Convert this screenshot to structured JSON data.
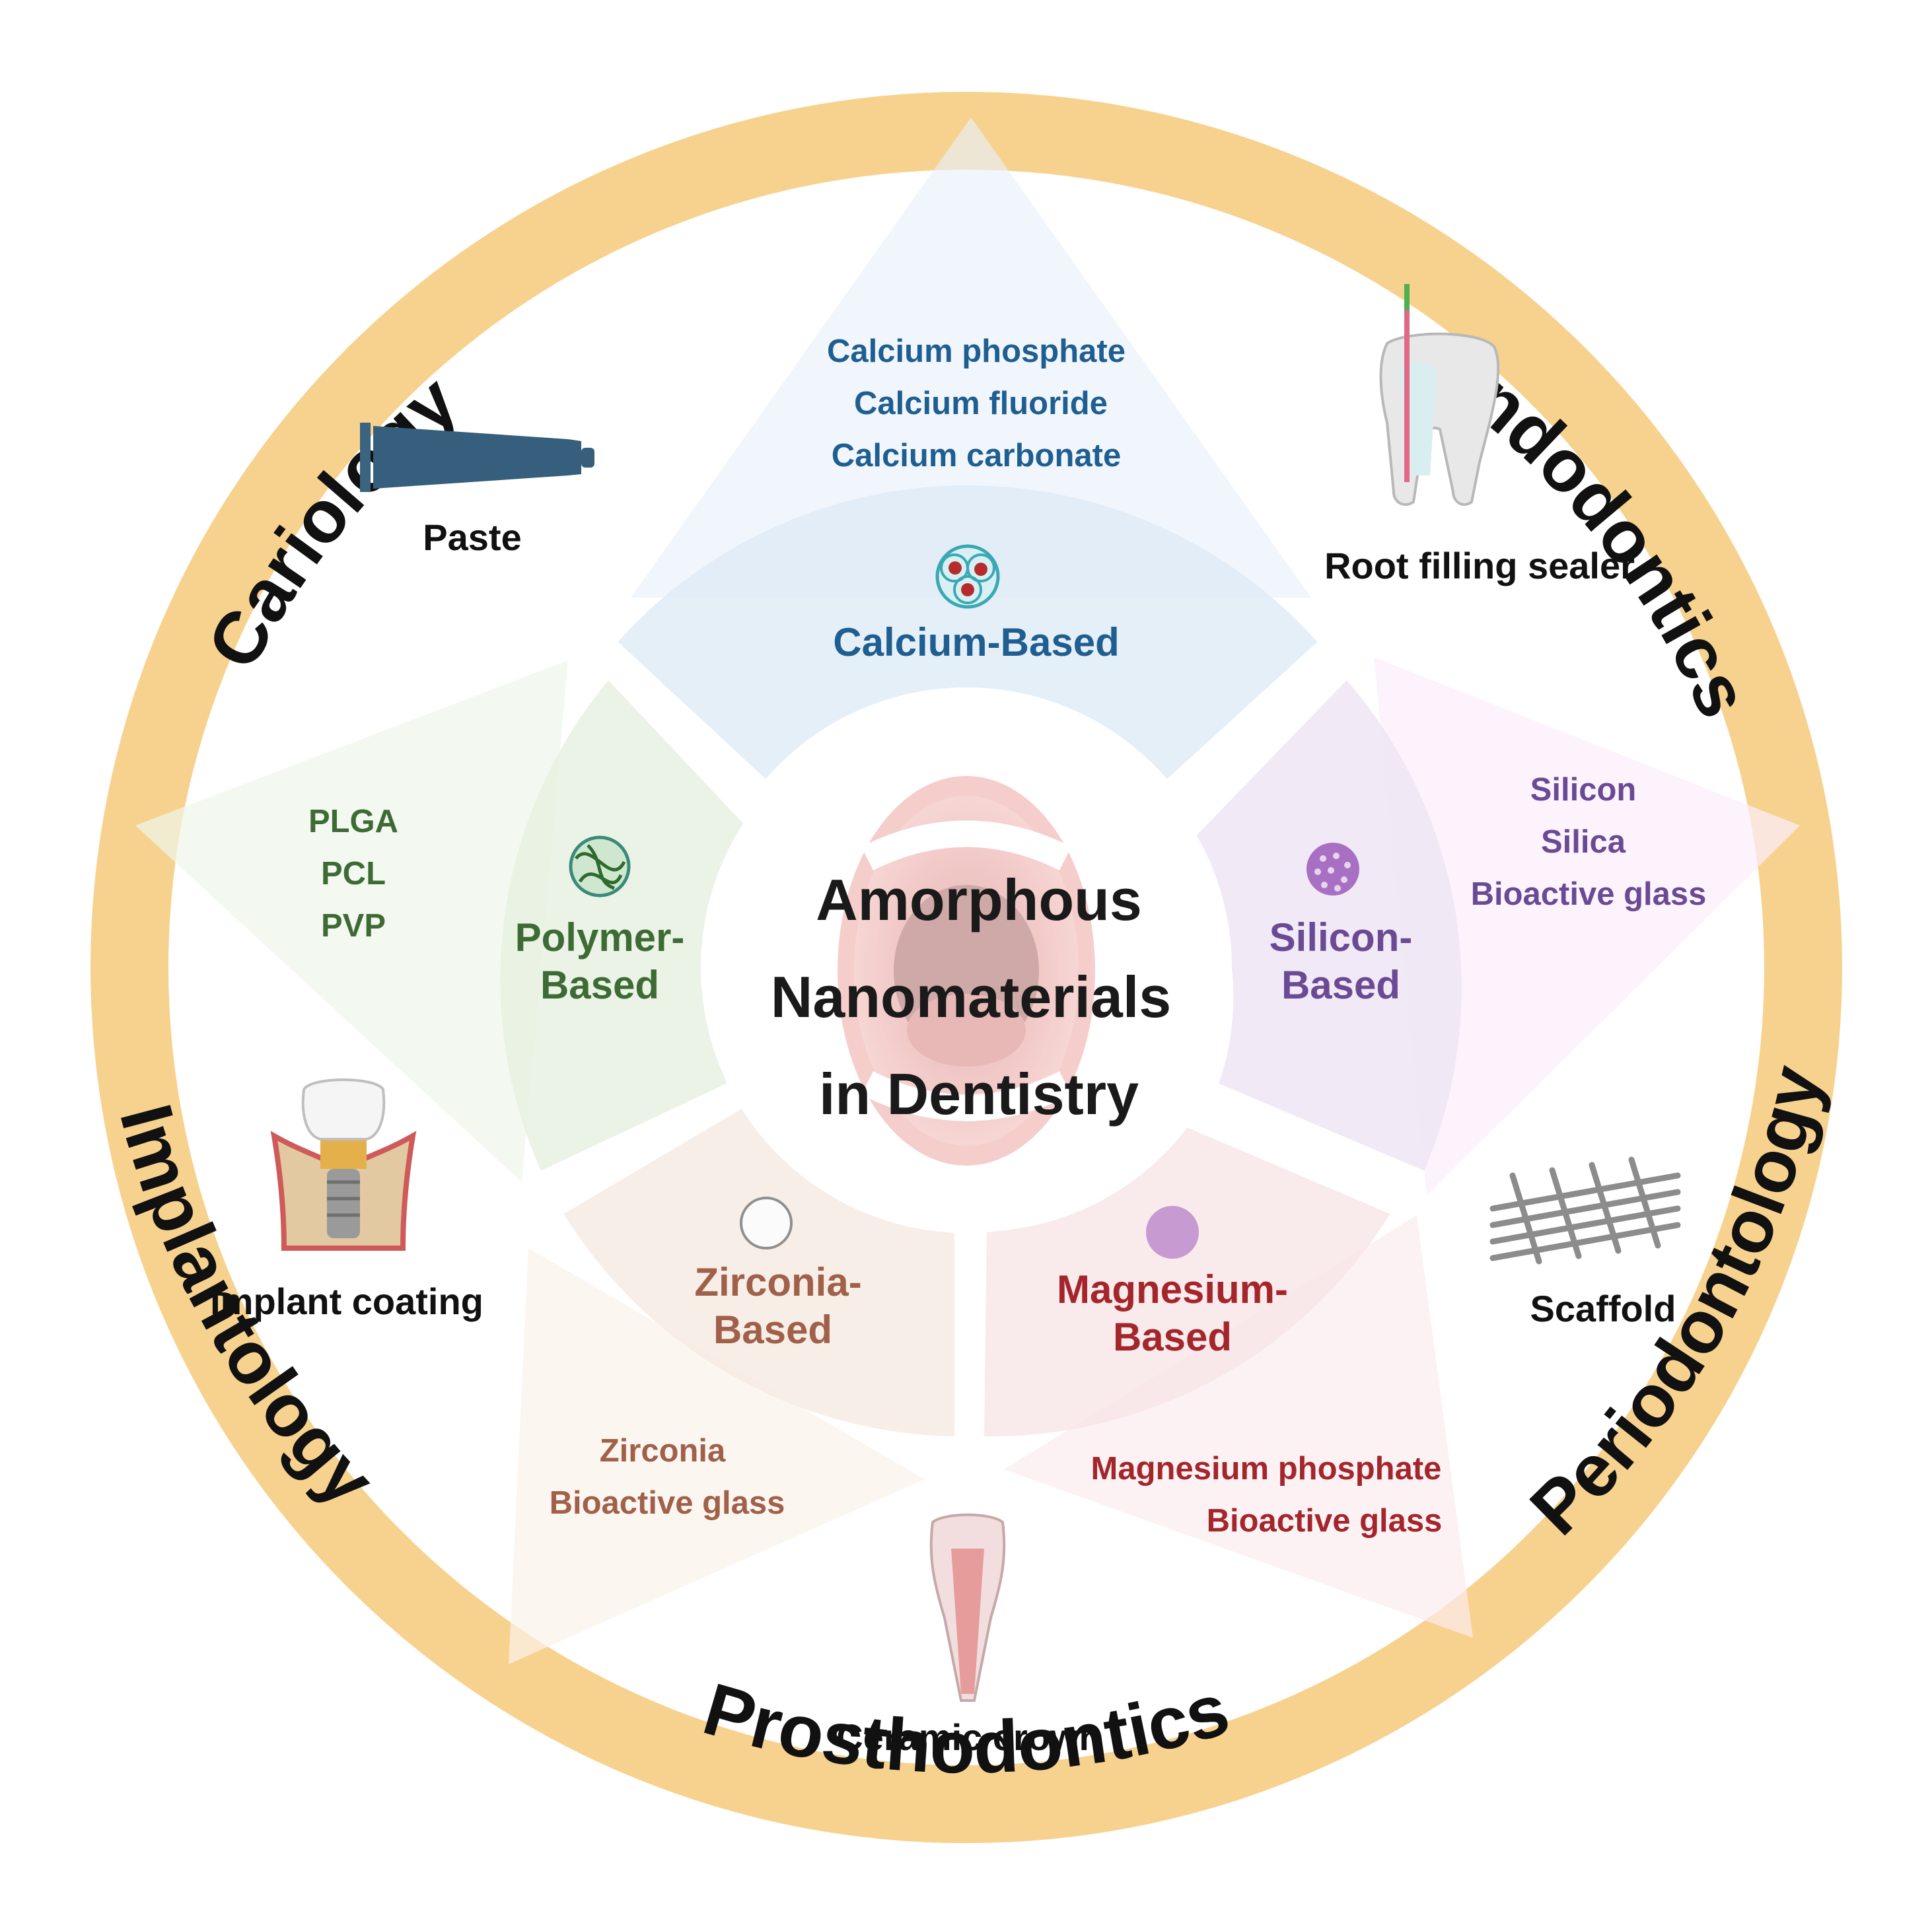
{
  "title_lines": [
    "Amorphous",
    "Nanomaterials",
    "in Dentistry"
  ],
  "ring_labels": {
    "cariology": "Cariology",
    "endodontics": "Endodontics",
    "periodontology": "Periodontology",
    "prosthodontics": "Prosthodontics",
    "implantology": "Implantology"
  },
  "categories": {
    "calcium": {
      "label_lines": [
        "Calcium-Based"
      ],
      "materials": [
        "Calcium phosphate",
        "Calcium fluoride",
        "Calcium carbonate"
      ],
      "color": "#1f5e91",
      "icon": "calcium-nanoparticle-icon"
    },
    "silicon": {
      "label_lines": [
        "Silicon-",
        "Based"
      ],
      "materials": [
        "Silicon",
        "Silica",
        "Bioactive glass"
      ],
      "color": "#6a4a94",
      "icon": "silicon-nanoparticle-icon"
    },
    "magnesium": {
      "label_lines": [
        "Magnesium-",
        "Based"
      ],
      "materials": [
        "Magnesium phosphate",
        "Bioactive glass"
      ],
      "color": "#a3262c",
      "icon": "magnesium-sphere-icon"
    },
    "zirconia": {
      "label_lines": [
        "Zirconia-",
        "Based"
      ],
      "materials": [
        "Zirconia",
        "Bioactive glass"
      ],
      "color": "#a0604a",
      "icon": "zirconia-sphere-icon"
    },
    "polymer": {
      "label_lines": [
        "Polymer-",
        "Based"
      ],
      "materials": [
        "PLGA",
        "PCL",
        "PVP"
      ],
      "color": "#3e6b35",
      "icon": "polymer-nanoparticle-icon"
    }
  },
  "applications": {
    "paste": "Paste",
    "root_filling_sealer": "Root filling sealer",
    "scaffold": "Scaffold",
    "ceramic_crown": "Ceramic crown",
    "implant_coating": "Implant coating"
  },
  "colors": {
    "ring": "#f7d28f",
    "title": "#1a1a1a"
  }
}
